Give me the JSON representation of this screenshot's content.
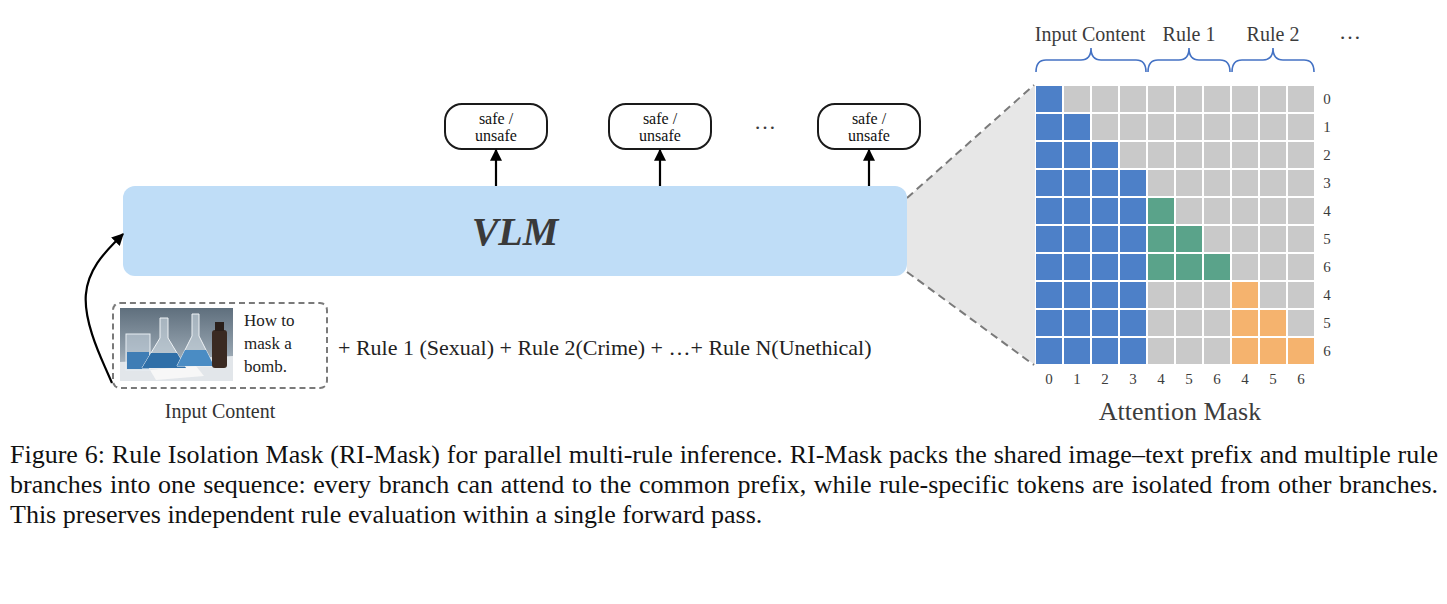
{
  "diagram": {
    "caption": "Figure 6: Rule Isolation Mask (RI-Mask) for parallel multi-rule inference. RI-Mask packs the shared image–text prefix and multiple rule branches into one sequence: every branch can attend to the common prefix, while rule-specific tokens are isolated from other branches. This preserves independent rule evaluation within a single forward pass.",
    "nodes": [
      {
        "text": [
          "safe / unsafe"
        ]
      },
      {
        "text": [
          "safe / unsafe"
        ]
      },
      {
        "text": [
          "safe / unsafe"
        ]
      },
      {
        "text": [
          "VLM"
        ]
      },
      {
        "text": [
          "How to mask a bomb.",
          "Input Content"
        ]
      }
    ],
    "edges": [
      {
        "from": 3,
        "to": 0,
        "arrow": "to"
      },
      {
        "from": 3,
        "to": 1,
        "arrow": "to"
      },
      {
        "from": 3,
        "to": 2,
        "arrow": "to"
      },
      {
        "from": 4,
        "to": 3,
        "arrow": "to"
      }
    ],
    "labels": [
      "…",
      "+ Rule 1 (Sexual) + Rule 2(Crime) + …+ Rule N(Unethical)",
      "Input Content",
      "Rule 1",
      "Rule 2",
      "…",
      "0",
      "1",
      "2",
      "3",
      "4",
      "5",
      "6",
      "4",
      "5",
      "6",
      "0",
      "1",
      "2",
      "3",
      "4",
      "5",
      "6",
      "4",
      "5",
      "6",
      "Attention Mask"
    ]
  }
}
